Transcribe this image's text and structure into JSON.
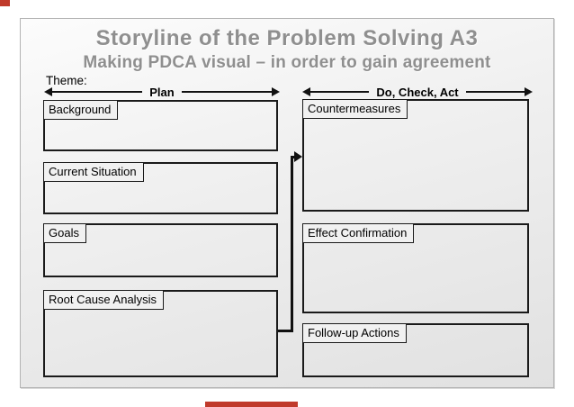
{
  "slide": {
    "title": "Storyline of the Problem Solving A3",
    "subtitle": "Making PDCA visual – in order to gain agreement",
    "theme_label": "Theme:",
    "plan_section": {
      "label": "Plan"
    },
    "dca_section": {
      "label": "Do, Check, Act"
    },
    "plan_boxes": [
      {
        "label": "Background"
      },
      {
        "label": "Current Situation"
      },
      {
        "label": "Goals"
      },
      {
        "label": "Root Cause Analysis"
      }
    ],
    "dca_boxes": [
      {
        "label": "Countermeasures"
      },
      {
        "label": "Effect Confirmation"
      },
      {
        "label": "Follow-up Actions"
      }
    ]
  },
  "colors": {
    "title_gray": "#8f8f8f",
    "line_black": "#1a1a1a",
    "accent_red": "#c03a2b",
    "slide_bg_top": "#fcfcfc",
    "slide_bg_bottom": "#e1e1e1"
  }
}
